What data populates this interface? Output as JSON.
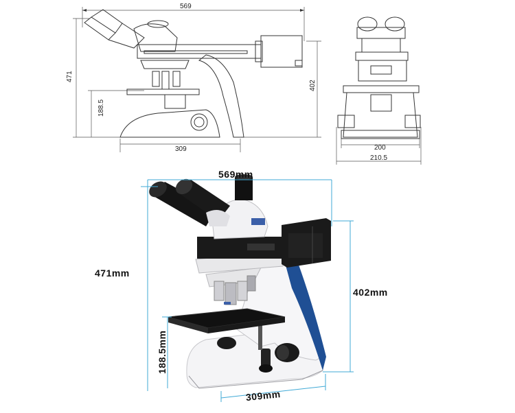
{
  "drawing_side": {
    "width_label": "569",
    "height_label": "471",
    "right_height_label": "402",
    "stage_height_label": "188.5",
    "base_label": "309"
  },
  "drawing_front": {
    "base_label": "200",
    "outer_label": "210.5"
  },
  "photo": {
    "width_label": "569mm",
    "height_label": "471mm",
    "right_height_label": "402mm",
    "stage_height_label": "188.5mm",
    "base_label": "309mm"
  },
  "colors": {
    "accent_blue": "#1f4f94",
    "dimension_cyan": "#3fa9d6"
  }
}
